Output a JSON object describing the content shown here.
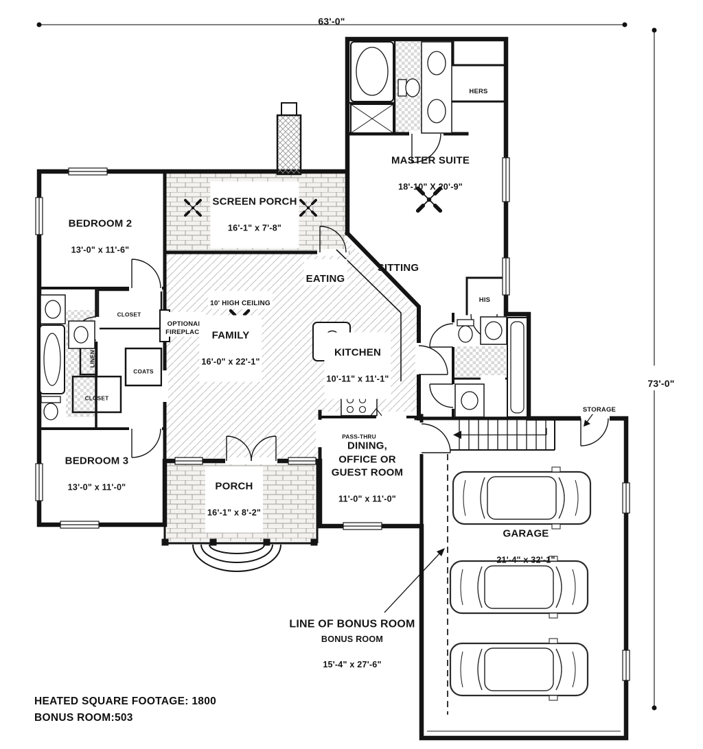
{
  "dimensions": {
    "overall_width": "63'-0\"",
    "overall_height": "73'-0\""
  },
  "rooms": {
    "master_suite": {
      "name": "MASTER SUITE",
      "size": "18'-10\" X 20'-9\""
    },
    "screen_porch": {
      "name": "SCREEN PORCH",
      "size": "16'-1\" x 7'-8\""
    },
    "bedroom_2": {
      "name": "BEDROOM 2",
      "size": "13'-0\" x 11'-6\""
    },
    "bedroom_3": {
      "name": "BEDROOM 3",
      "size": "13'-0\" x 11'-0\""
    },
    "family": {
      "name": "FAMILY",
      "size": "16'-0\" x 22'-1\""
    },
    "kitchen": {
      "name": "KITCHEN",
      "size": "10'-11\" x 11'-1\""
    },
    "eating": {
      "name": "EATING"
    },
    "sitting": {
      "name": "SITTING"
    },
    "dining": {
      "name": "DINING,\nOFFICE OR\nGUEST ROOM",
      "size": "11'-0\" x 11'-0\""
    },
    "porch": {
      "name": "PORCH",
      "size": "16'-1\" x 8'-2\""
    },
    "garage": {
      "name": "GARAGE",
      "size": "21'-4\" x 32'-1\""
    },
    "bonus_room": {
      "name": "BONUS ROOM",
      "size": "15'-4\" x  27'-6\""
    },
    "hers": "HERS",
    "his": "HIS",
    "closet_upper": "CLOSET",
    "closet_lower": "CLOSET",
    "linen": "LINEN",
    "coats": "COATS",
    "storage": "STORAGE",
    "pass_thru": "PASS-THRU"
  },
  "notes": {
    "high_ceiling": "10' HIGH CEILING",
    "optional_fireplace": "OPTIONAL\nFIREPLACE",
    "line_of_bonus_room": "LINE OF BONUS ROOM"
  },
  "footer": {
    "heated_sqft": "HEATED SQUARE FOOTAGE: 1800",
    "bonus_room": "BONUS ROOM:503"
  }
}
